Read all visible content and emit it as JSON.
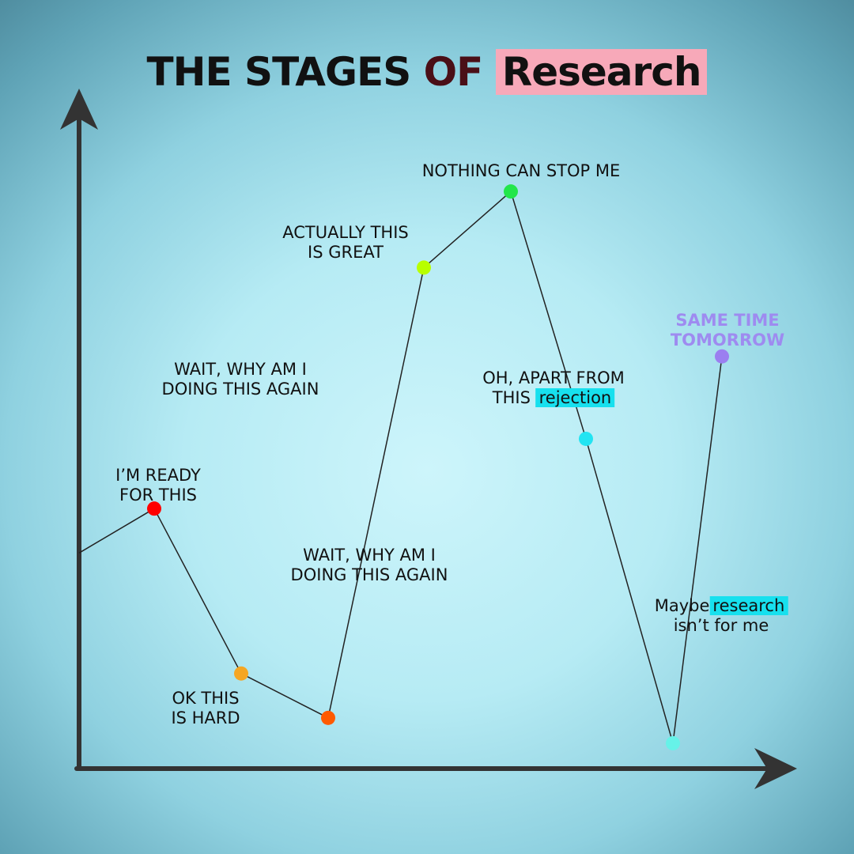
{
  "chart_data": {
    "type": "line",
    "title": {
      "part1": "THE STAGES",
      "part2": "OF",
      "part3": "Research"
    },
    "title_colors": {
      "of": "#4a0f17",
      "highlight_bg": "#f7a9b9"
    },
    "axis_color": "#333333",
    "line_color": "#222222",
    "highlight_color": "#17e0ee",
    "series": [
      {
        "start_level": 34,
        "points": [
          {
            "x": 1,
            "y": 41,
            "color": "#ff0000"
          },
          {
            "x": 2,
            "y": 15,
            "color": "#f5a623"
          },
          {
            "x": 3,
            "y": 8,
            "color": "#ff5a00"
          },
          {
            "x": 4,
            "y": 79,
            "color": "#b8ff00"
          },
          {
            "x": 5,
            "y": 91,
            "color": "#22e64a"
          },
          {
            "x": 6,
            "y": 52,
            "color": "#22e4f2"
          },
          {
            "x": 7,
            "y": 4,
            "color": "#66f2e8"
          },
          {
            "x": 8,
            "y": 65,
            "color": "#9b7ff0"
          }
        ]
      }
    ],
    "annotations": [
      {
        "lines": [
          "I’M READY",
          "FOR THIS"
        ]
      },
      {
        "lines": [
          "OK THIS",
          "IS HARD"
        ]
      },
      {
        "lines": [
          "WAIT, WHY AM I",
          "DOING THIS AGAIN"
        ]
      },
      {
        "lines": [
          "ACTUALLY THIS",
          "IS GREAT"
        ]
      },
      {
        "lines": [
          "NOTHING CAN STOP ME"
        ]
      },
      {
        "lines": [
          "OH, APART FROM"
        ],
        "prefix": "THIS",
        "highlight": "rejection"
      },
      {
        "highlight": "research",
        "prefix": "Maybe",
        "line2": "isn’t for me"
      },
      {
        "lines": [
          "SAME TIME",
          "TOMORROW"
        ]
      },
      {
        "lines": [
          "WAIT, WHY AM I",
          "DOING THIS AGAIN"
        ]
      }
    ]
  }
}
